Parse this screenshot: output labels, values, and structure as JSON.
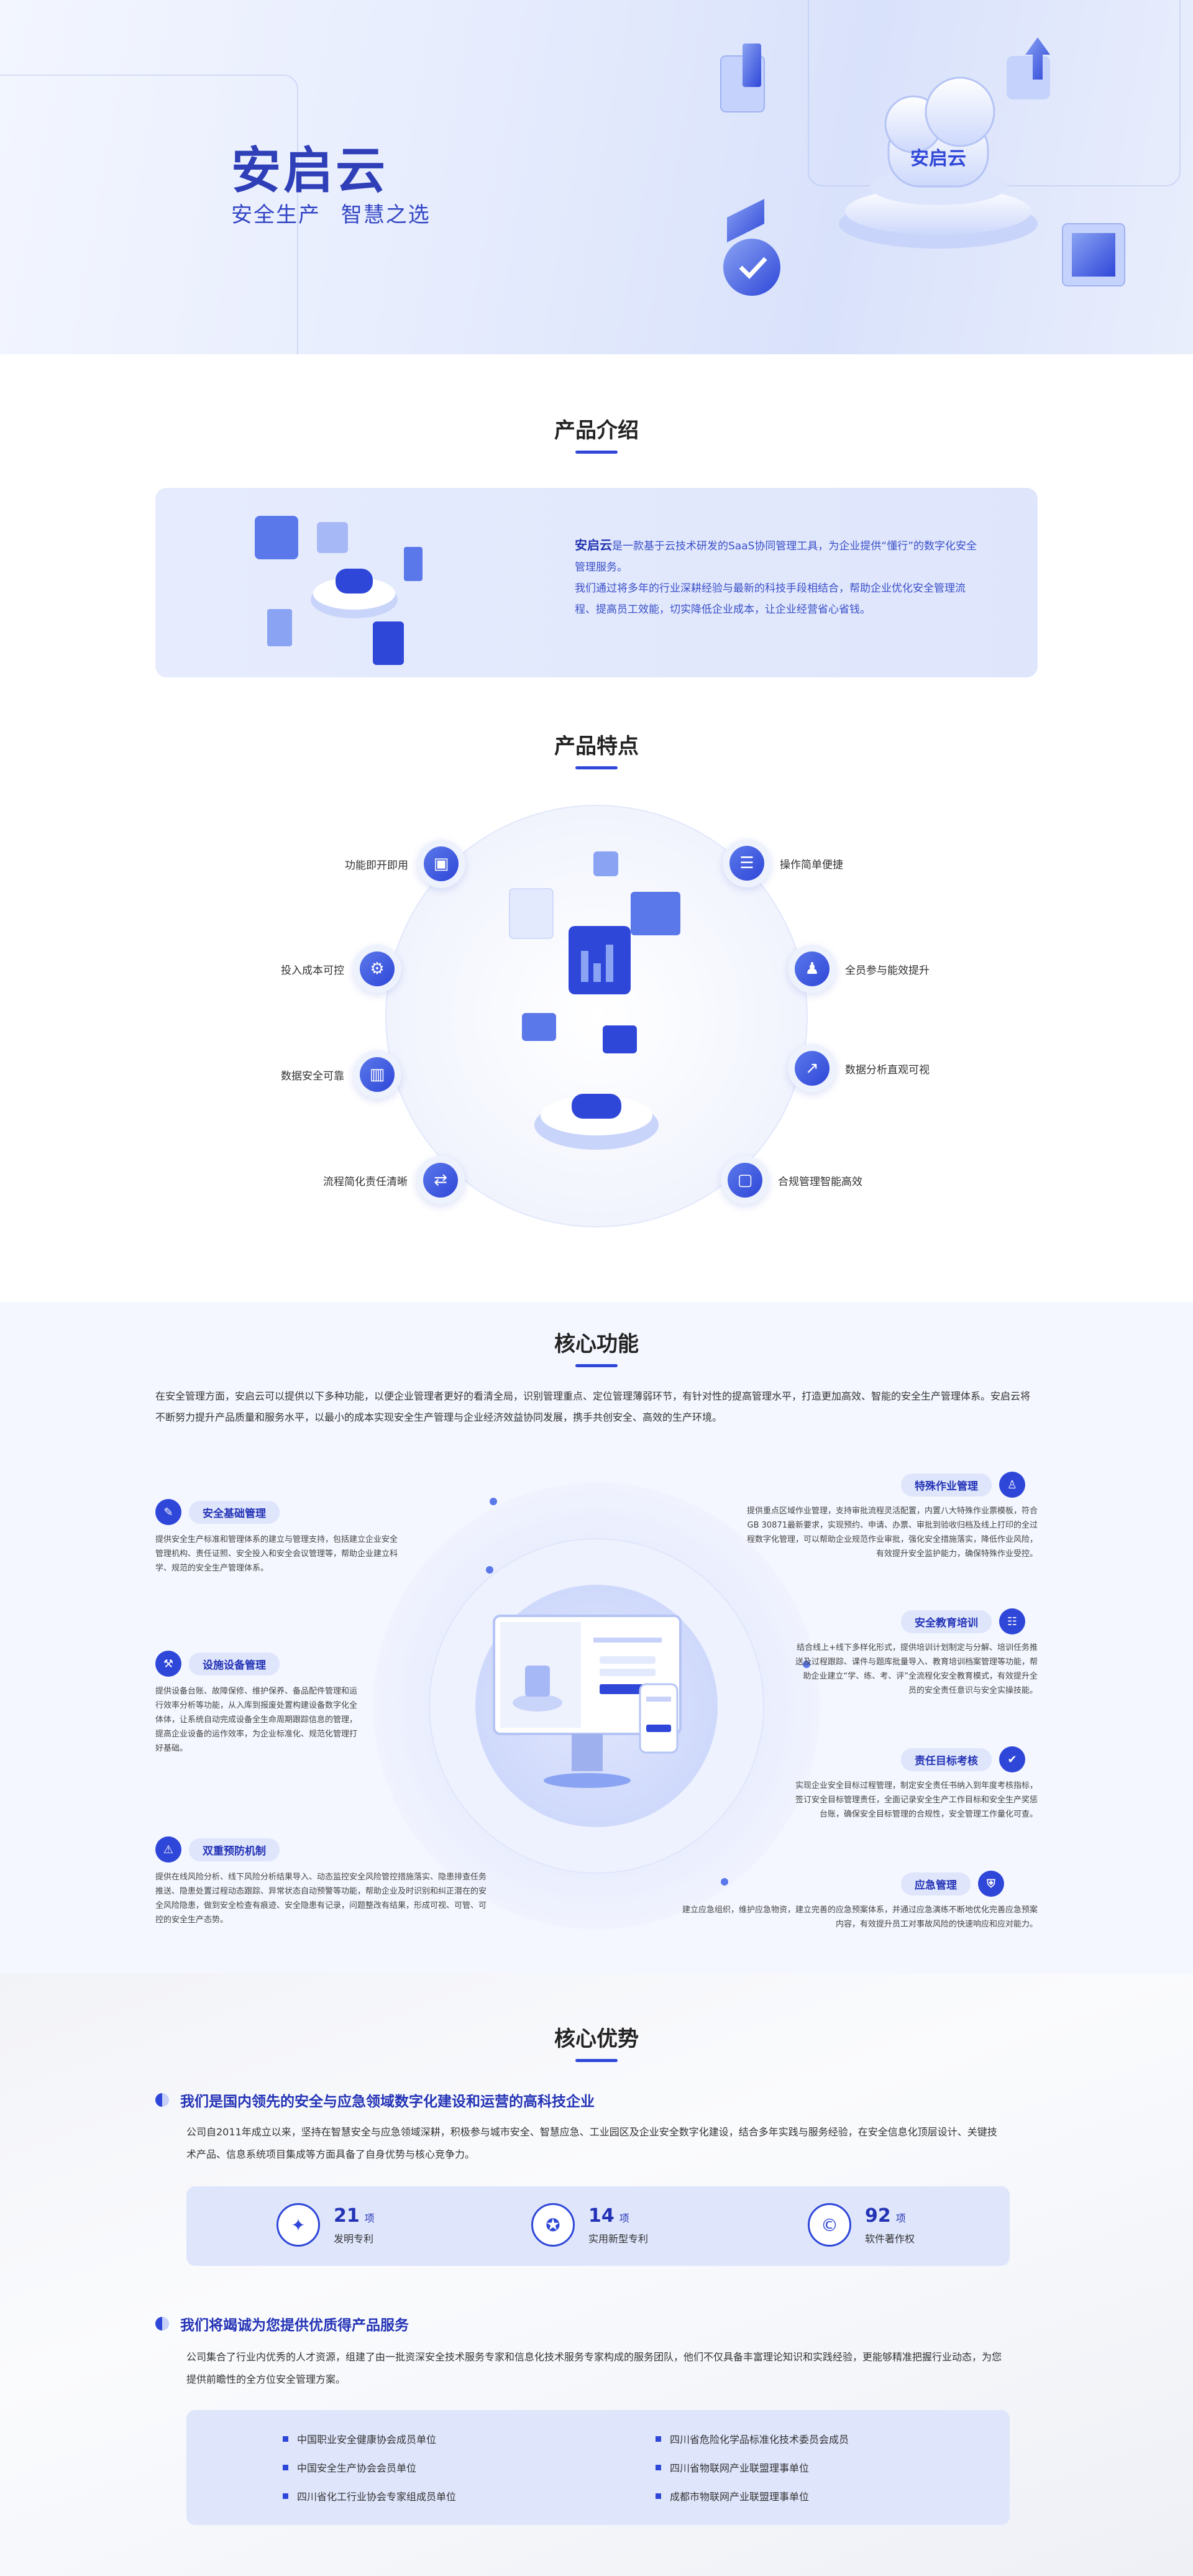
{
  "hero": {
    "brand": "安启云",
    "slogan": "安全生产  智慧之选"
  },
  "intro": {
    "title": "产品介绍",
    "brand": "安启云",
    "text_1": "是一款基于云技术研发的SaaS协同管理工具，为企业提供“懂行”的数字化安全管理服务。",
    "text_2": "我们通过将多年的行业深耕经验与最新的科技手段相结合，帮助企业优化安全管理流程、提高员工效能，切实降低企业成本，让企业经营省心省钱。"
  },
  "features": {
    "title": "产品特点",
    "items": [
      {
        "label": "功能即开即用"
      },
      {
        "label": "投入成本可控"
      },
      {
        "label": "数据安全可靠"
      },
      {
        "label": "流程简化责任清晰"
      },
      {
        "label": "操作简单便捷"
      },
      {
        "label": "全员参与能效提升"
      },
      {
        "label": "数据分析直观可视"
      },
      {
        "label": "合规管理智能高效"
      }
    ]
  },
  "core": {
    "title": "核心功能",
    "description": "在安全管理方面，安启云可以提供以下多种功能，以便企业管理者更好的看清全局，识别管理重点、定位管理薄弱环节，有针对性的提高管理水平，打造更加高效、智能的安全生产管理体系。安启云将不断努力提升产品质量和服务水平，以最小的成本实现安全生产管理与企业经济效益协同发展，携手共创安全、高效的生产环境。",
    "functions": [
      {
        "title": "安全基础管理",
        "desc": "提供安全生产标准和管理体系的建立与管理支持，包括建立企业安全管理机构、责任证照、安全投入和安全会议管理等，帮助企业建立科学、规范的安全生产管理体系。"
      },
      {
        "title": "设施设备管理",
        "desc": "提供设备台账、故障保修、维护保养、备品配件管理和运行效率分析等功能，从入库到报废处置构建设备数字化全体体，让系统自动完成设备全生命周期跟踪信息的管理，提高企业设备的运作效率，为企业标准化、规范化管理打好基础。"
      },
      {
        "title": "双重预防机制",
        "desc": "提供在线风险分析、线下风险分析结果导入、动态监控安全风险管控措施落实、隐患排查任务推送、隐患处置过程动态跟踪、异常状态自动预警等功能，帮助企业及时识别和纠正潜在的安全风险隐患，做到安全检查有痕迹、安全隐患有记录，问题整改有结果，形成可视、可管、可控的安全生产态势。"
      },
      {
        "title": "特殊作业管理",
        "desc": "提供重点区域作业管理，支持审批流程灵活配置，内置八大特殊作业票模板，符合GB 30871最新要求，实现预约、申请、办票、审批到验收归档及线上打印的全过程数字化管理，可以帮助企业规范作业审批，强化安全措施落实，降低作业风险，有效提升安全监护能力，确保特殊作业受控。"
      },
      {
        "title": "安全教育培训",
        "desc": "结合线上+线下多样化形式，提供培训计划制定与分解、培训任务推送及过程跟踪、课件与题库批量导入、教育培训档案管理等功能，帮助企业建立“学、练、考、评”全流程化安全教育模式，有效提升全员的安全责任意识与安全实操技能。"
      },
      {
        "title": "责任目标考核",
        "desc": "实现企业安全目标过程管理，制定安全责任书纳入到年度考核指标，签订安全目标管理责任，全面记录安全生产工作目标和安全生产奖惩台账，确保安全目标管理的合规性，安全管理工作量化可查。"
      },
      {
        "title": "应急管理",
        "desc": "建立应急组织，维护应急物资，建立完善的应急预案体系，并通过应急演练不断地优化完善应急预案内容，有效提升员工对事故风险的快速响应和应对能力。"
      }
    ]
  },
  "advantage": {
    "title": "核心优势",
    "heading_1": "我们是国内领先的安全与应急领域数字化建设和运营的高科技企业",
    "text_1": "公司自2011年成立以来，坚持在智慧安全与应急领域深耕，积极参与城市安全、智慧应急、工业园区及企业安全数字化建设，结合多年实践与服务经验，在安全信息化顶层设计、关键技术产品、信息系统项目集成等方面具备了自身优势与核心竞争力。",
    "stats": [
      {
        "num": "21",
        "unit": "项",
        "label": "发明专利"
      },
      {
        "num": "14",
        "unit": "项",
        "label": "实用新型专利"
      },
      {
        "num": "92",
        "unit": "项",
        "label": "软件著作权"
      }
    ],
    "heading_2": "我们将竭诚为您提供优质得产品服务",
    "text_2": "公司集合了行业内优秀的人才资源，组建了由一批资深安全技术服务专家和信息化技术服务专家构成的服务团队，他们不仅具备丰富理论知识和实践经验，更能够精准把握行业动态，为您提供前瞻性的全方位安全管理方案。",
    "members": [
      "中国职业安全健康协会成员单位",
      "中国安全生产协会会员单位",
      "四川省化工行业协会专家组成员单位",
      "四川省危险化学品标准化技术委员会成员",
      "四川省物联网产业联盟理事单位",
      "成都市物联网产业联盟理事单位"
    ]
  }
}
